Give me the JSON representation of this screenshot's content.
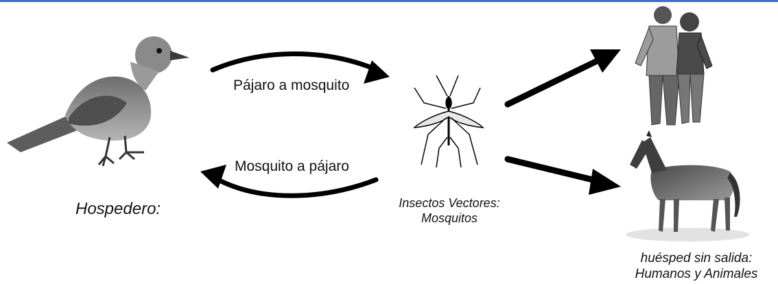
{
  "diagram": {
    "arrow_top_label": "Pájaro a mosquito",
    "arrow_bottom_label": "Mosquito a pájaro",
    "host_label": "Hospedero:",
    "vector_label_line1": "Insectos Vectores:",
    "vector_label_line2": "Mosquitos",
    "dead_end_label_line1": "huésped sin salida:",
    "dead_end_label_line2": "Humanos y Animales",
    "icons": [
      "bird-icon",
      "mosquito-icon",
      "humans-icon",
      "horse-icon"
    ],
    "colors": {
      "top_bar": "#3b6fd0",
      "arrows": "#000000"
    }
  }
}
